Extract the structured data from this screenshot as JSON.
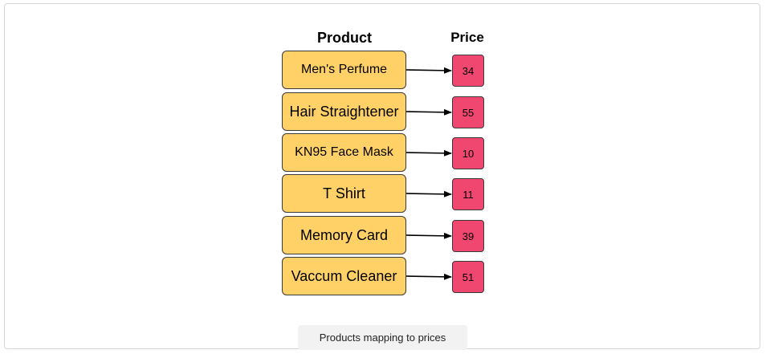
{
  "headers": {
    "product": "Product",
    "price": "Price"
  },
  "rows": [
    {
      "product": "Men's Perfume",
      "price": "34"
    },
    {
      "product": "Hair Straightener",
      "price": "55"
    },
    {
      "product": "KN95 Face Mask",
      "price": "10"
    },
    {
      "product": "T Shirt",
      "price": "11"
    },
    {
      "product": "Memory Card",
      "price": "39"
    },
    {
      "product": "Vaccum Cleaner",
      "price": "51"
    }
  ],
  "caption": "Products mapping to prices",
  "colors": {
    "product_fill": "#ffd166",
    "price_fill": "#ef476f",
    "outline": "#3a3a3a",
    "arrow": "#000000"
  }
}
